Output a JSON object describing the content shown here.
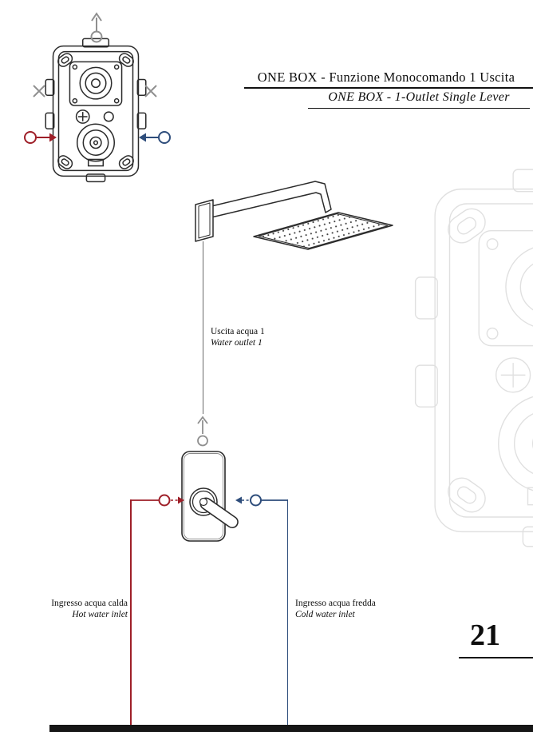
{
  "header": {
    "title_primary": "ONE BOX - Funzione Monocomando 1 Uscita",
    "title_secondary": "ONE BOX - 1-Outlet Single Lever"
  },
  "diagram": {
    "outlet": {
      "label_it": "Uscita acqua 1",
      "label_en": "Water outlet 1"
    },
    "hot_inlet": {
      "label_it": "Ingresso acqua calda",
      "label_en": "Hot water inlet"
    },
    "cold_inlet": {
      "label_it": "Ingresso acqua fredda",
      "label_en": "Cold water inlet"
    }
  },
  "footer": {
    "page_number": "21"
  },
  "colors": {
    "hot": "#9e1f28",
    "cold": "#2e4d7b",
    "neutral": "#8f8f8f",
    "ink": "#2b2b2b",
    "watermark": "#e0e0e0"
  },
  "icons": [
    "up-arrow-icon",
    "x-mark-icon",
    "right-arrow-icon",
    "left-arrow-icon"
  ]
}
